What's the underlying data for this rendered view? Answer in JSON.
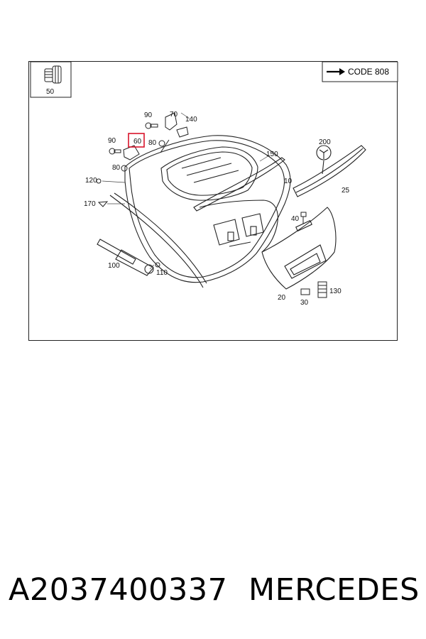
{
  "diagram": {
    "code_label": "CODE 808",
    "callouts": {
      "c50": "50",
      "c90a": "90",
      "c70": "70",
      "c140": "140",
      "c90b": "90",
      "c60": "60",
      "c80a": "80",
      "c80b": "80",
      "c120": "120",
      "c170": "170",
      "c150": "150",
      "c10": "10",
      "c200": "200",
      "c25": "25",
      "c40": "40",
      "c100": "100",
      "c110": "110",
      "c20": "20",
      "c30": "30",
      "c130": "130"
    },
    "highlighted_callout": "60",
    "highlight_color": "#d9142b"
  },
  "footer": {
    "part_number": "A2037400337",
    "manufacturer": "MERCEDES"
  }
}
